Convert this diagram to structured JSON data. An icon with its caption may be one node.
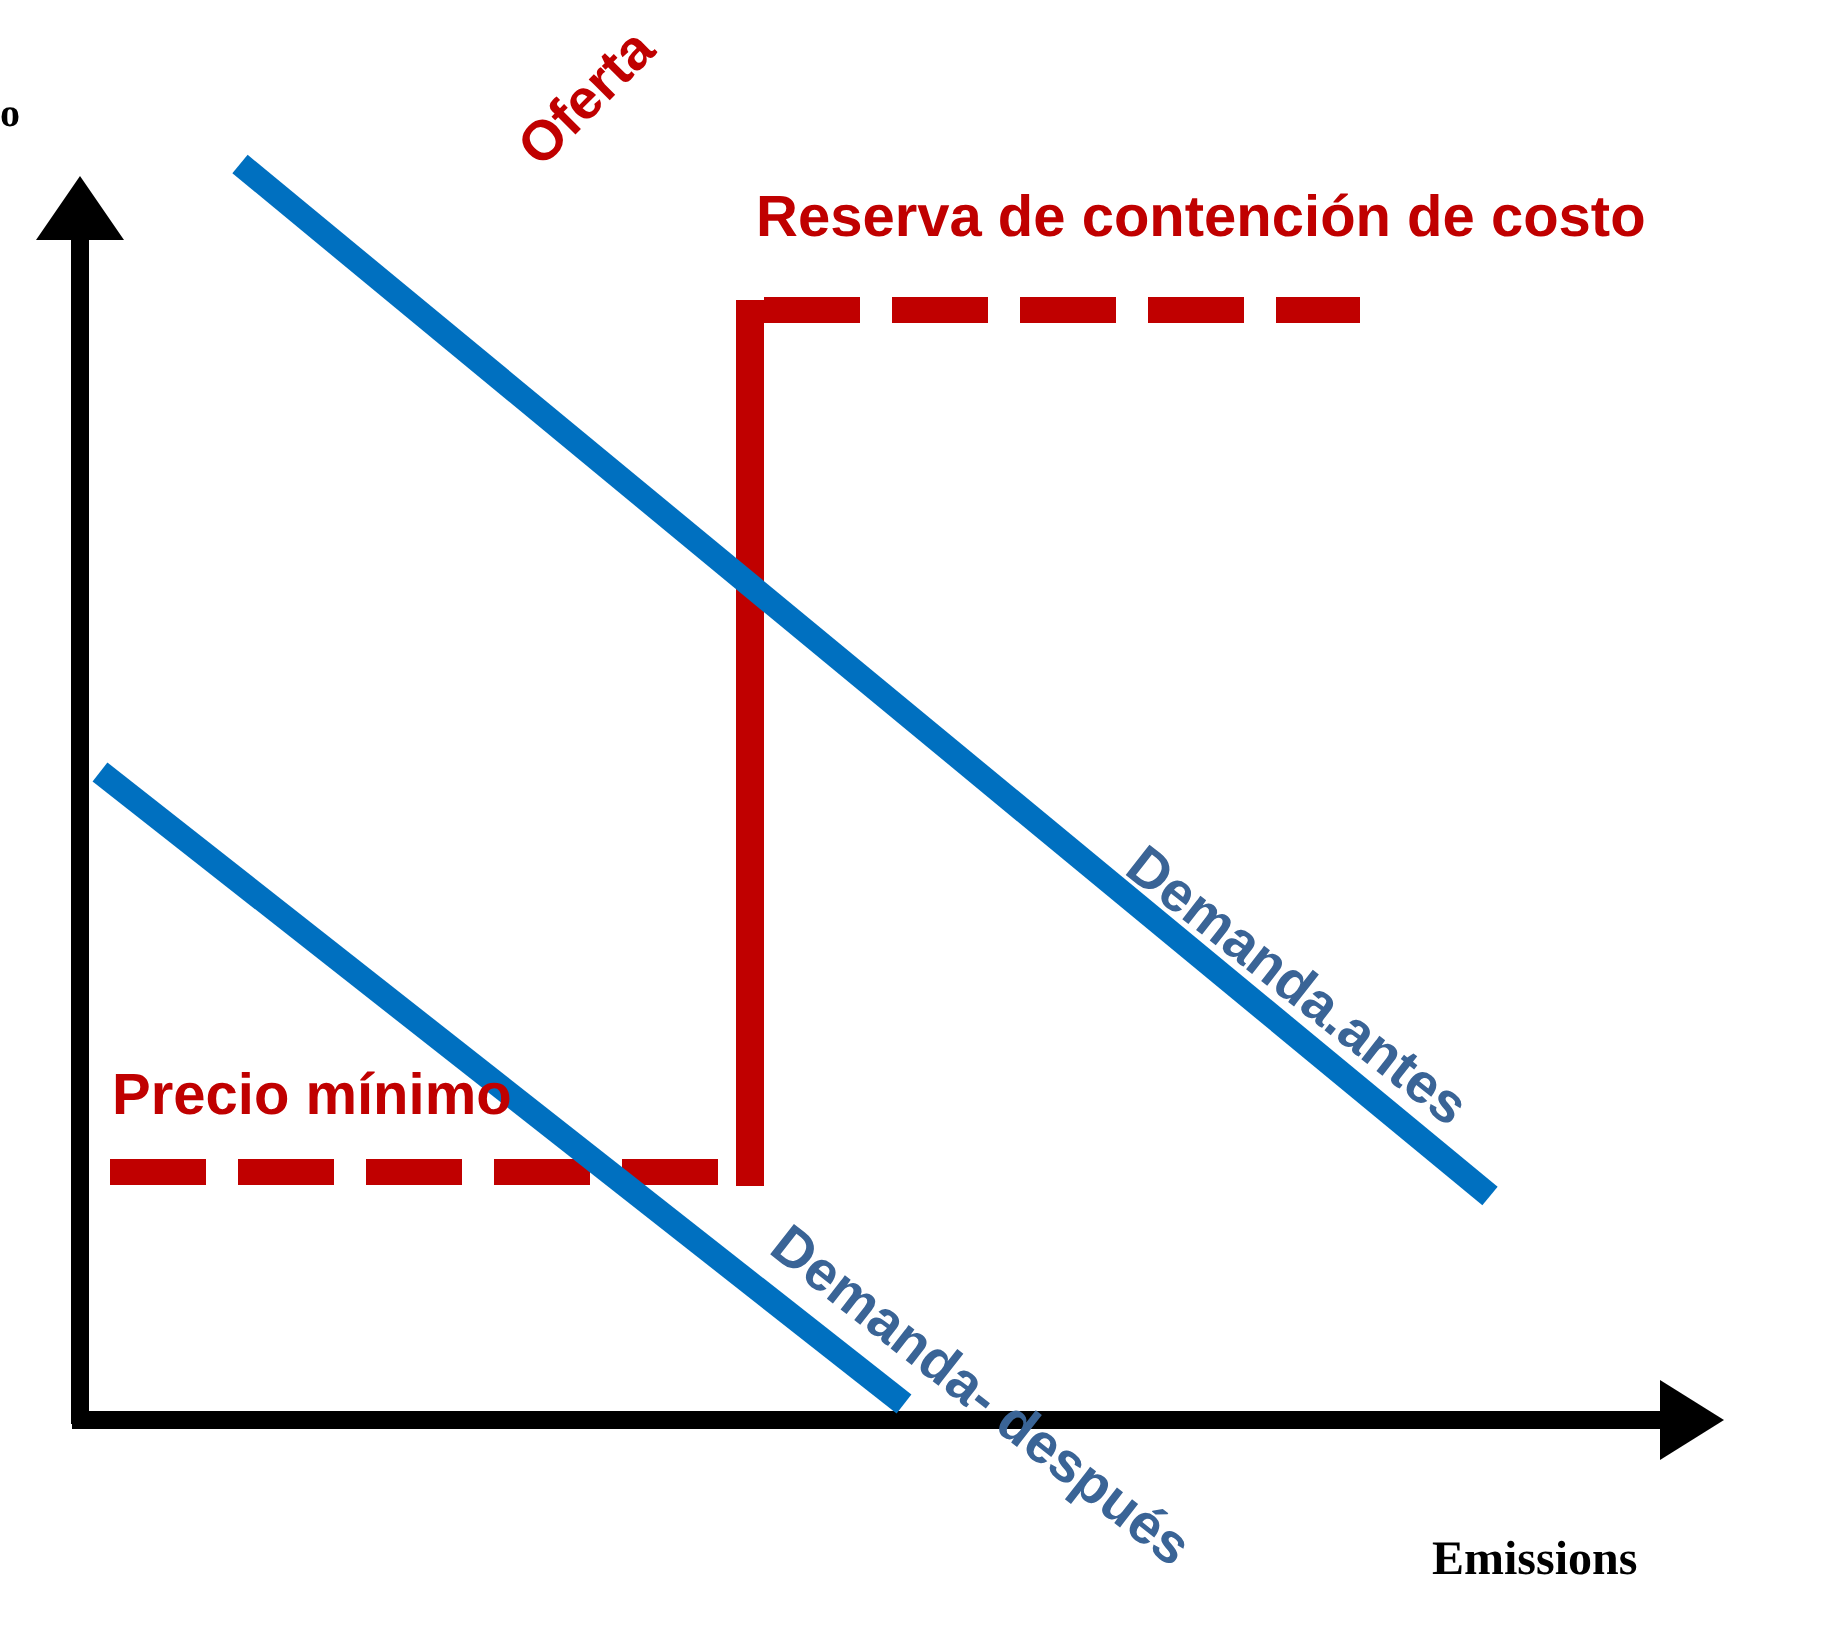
{
  "diagram": {
    "labels": [
      "o",
      "Oferta",
      "Reserva de contención de costo",
      "Precio mínimo",
      "Demanda.antes",
      "Demanda- después",
      "Emissions"
    ]
  }
}
